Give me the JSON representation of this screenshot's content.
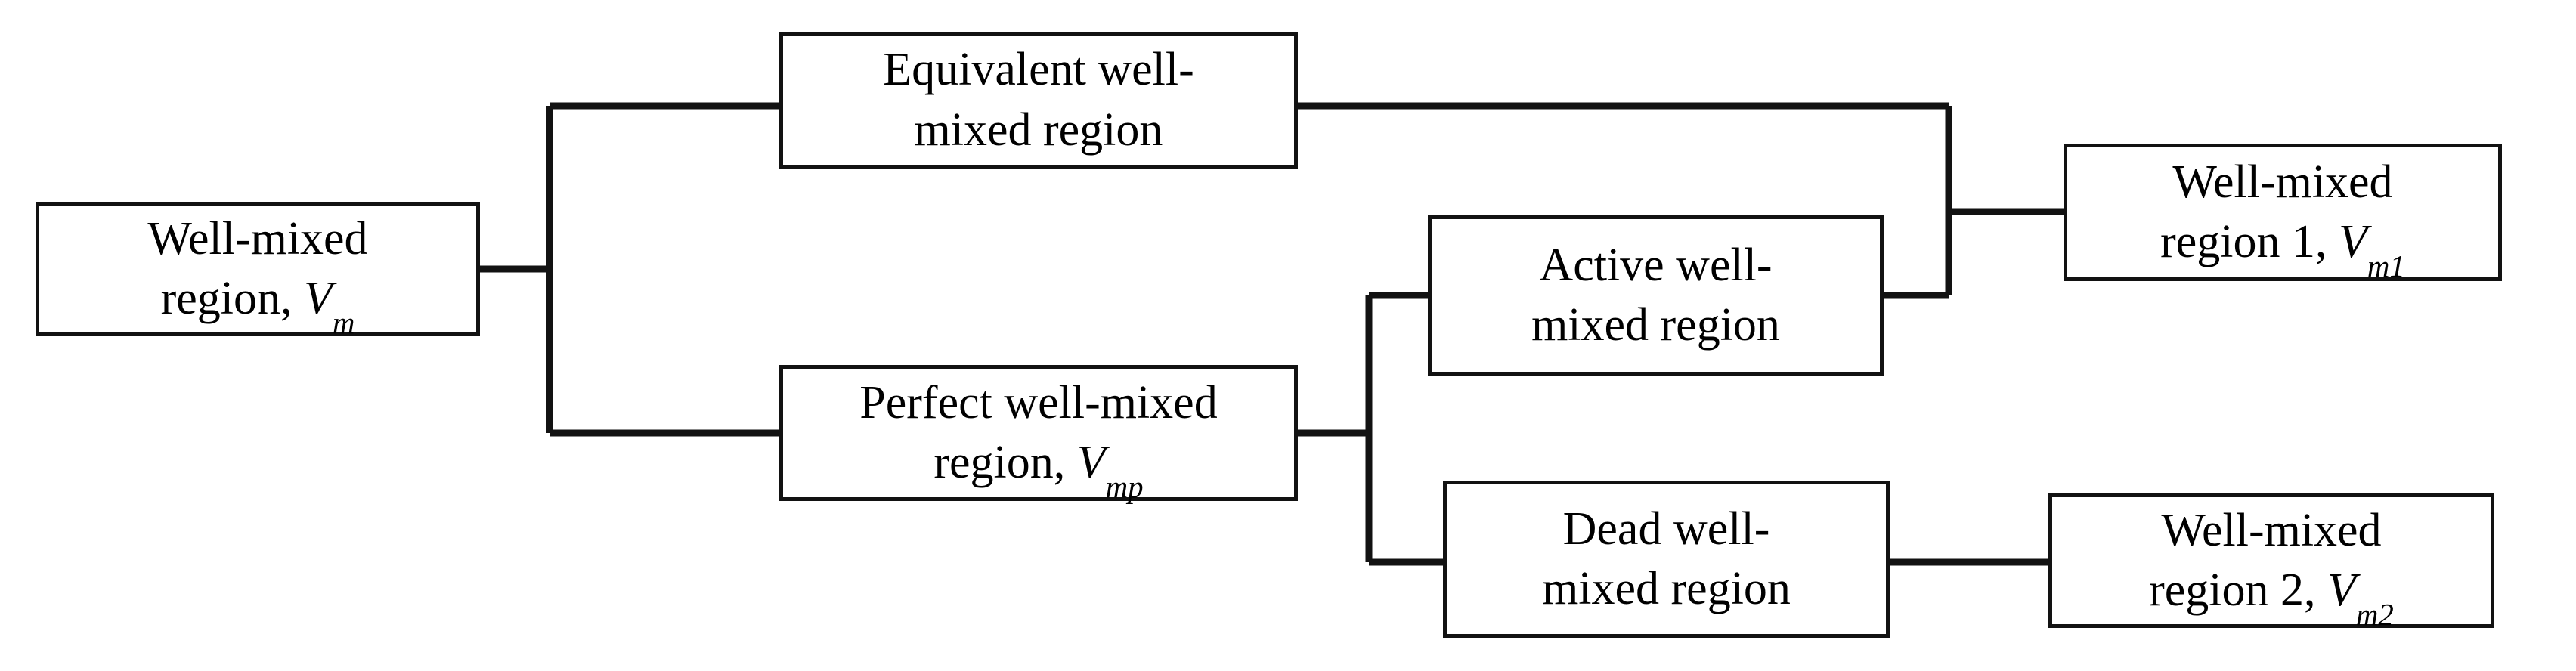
{
  "diagram": {
    "type": "flow-block-diagram",
    "background_color": "#ffffff",
    "line_color": "#121212",
    "text_color": "#000000",
    "nodes": [
      {
        "id": "well-mixed-region",
        "name": "well-mixed-region-box",
        "line1": "Well-mixed",
        "line2_prefix": "region, ",
        "line2_var": "V",
        "line2_sub": "m",
        "label_plain": "Well-mixed region, Vm"
      },
      {
        "id": "equivalent-well-mixed-region",
        "name": "equivalent-well-mixed-region-box",
        "line1": "Equivalent well-",
        "line2_prefix": "mixed region",
        "line2_var": "",
        "line2_sub": "",
        "label_plain": "Equivalent well-mixed region"
      },
      {
        "id": "perfect-well-mixed-region",
        "name": "perfect-well-mixed-region-box",
        "line1": "Perfect well-mixed",
        "line2_prefix": "region, ",
        "line2_var": "V",
        "line2_sub": "mp",
        "label_plain": "Perfect well-mixed region, Vmp"
      },
      {
        "id": "active-well-mixed-region",
        "name": "active-well-mixed-region-box",
        "line1": "Active well-",
        "line2_prefix": "mixed region",
        "line2_var": "",
        "line2_sub": "",
        "label_plain": "Active well-mixed region"
      },
      {
        "id": "dead-well-mixed-region",
        "name": "dead-well-mixed-region-box",
        "line1": "Dead well-",
        "line2_prefix": "mixed region",
        "line2_var": "",
        "line2_sub": "",
        "label_plain": "Dead well-mixed region"
      },
      {
        "id": "well-mixed-region-1",
        "name": "well-mixed-region-1-box",
        "line1": "Well-mixed",
        "line2_prefix": "region 1, ",
        "line2_var": "V",
        "line2_sub": "m1",
        "label_plain": "Well-mixed region 1, Vm1"
      },
      {
        "id": "well-mixed-region-2",
        "name": "well-mixed-region-2-box",
        "line1": "Well-mixed",
        "line2_prefix": "region 2, ",
        "line2_var": "V",
        "line2_sub": "m2",
        "label_plain": "Well-mixed region 2, Vm2"
      }
    ],
    "connections": [
      "well-mixed-region -> equivalent-well-mixed-region",
      "well-mixed-region -> perfect-well-mixed-region",
      "equivalent-well-mixed-region -> well-mixed-region-1",
      "perfect-well-mixed-region -> active-well-mixed-region",
      "perfect-well-mixed-region -> dead-well-mixed-region",
      "active-well-mixed-region -> well-mixed-region-1",
      "dead-well-mixed-region -> well-mixed-region-2"
    ]
  }
}
